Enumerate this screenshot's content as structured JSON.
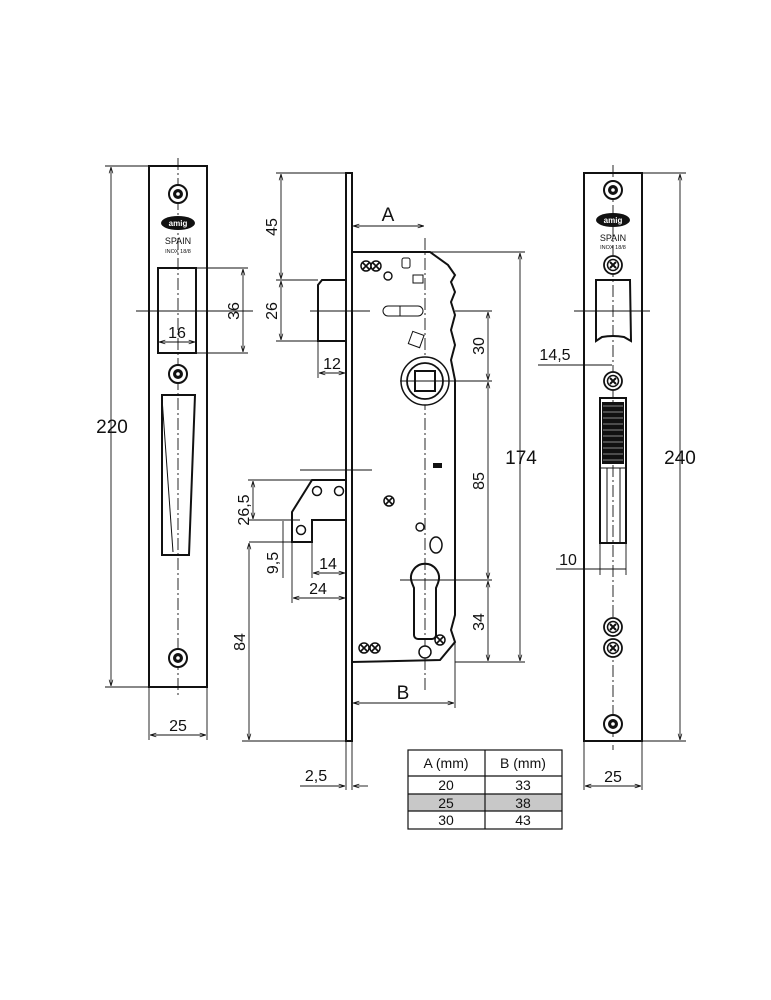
{
  "brand": {
    "logo": "amig",
    "origin": "SPAIN",
    "material": "INOX 18/8"
  },
  "left_plate": {
    "height": "220",
    "width": "25",
    "opening_height": "36",
    "opening_width": "16"
  },
  "lock_body": {
    "dim_top": "45",
    "dim_bolt": "26",
    "dim_bolt_depth": "12",
    "dim_A": "A",
    "dim_B": "B",
    "dim_30": "30",
    "dim_85": "85",
    "dim_34": "34",
    "dim_174": "174",
    "dim_26_5": "26,5",
    "dim_9_5": "9,5",
    "dim_14": "14",
    "dim_24": "24",
    "dim_84": "84",
    "dim_2_5": "2,5"
  },
  "right_plate": {
    "height": "240",
    "width": "25",
    "dim_14_5": "14,5",
    "dim_10": "10"
  },
  "table": {
    "headers": [
      "A (mm)",
      "B (mm)"
    ],
    "rows": [
      {
        "a": "20",
        "b": "33",
        "highlight": false
      },
      {
        "a": "25",
        "b": "38",
        "highlight": true
      },
      {
        "a": "30",
        "b": "43",
        "highlight": false
      }
    ],
    "highlight_color": "#c8c8c8"
  }
}
